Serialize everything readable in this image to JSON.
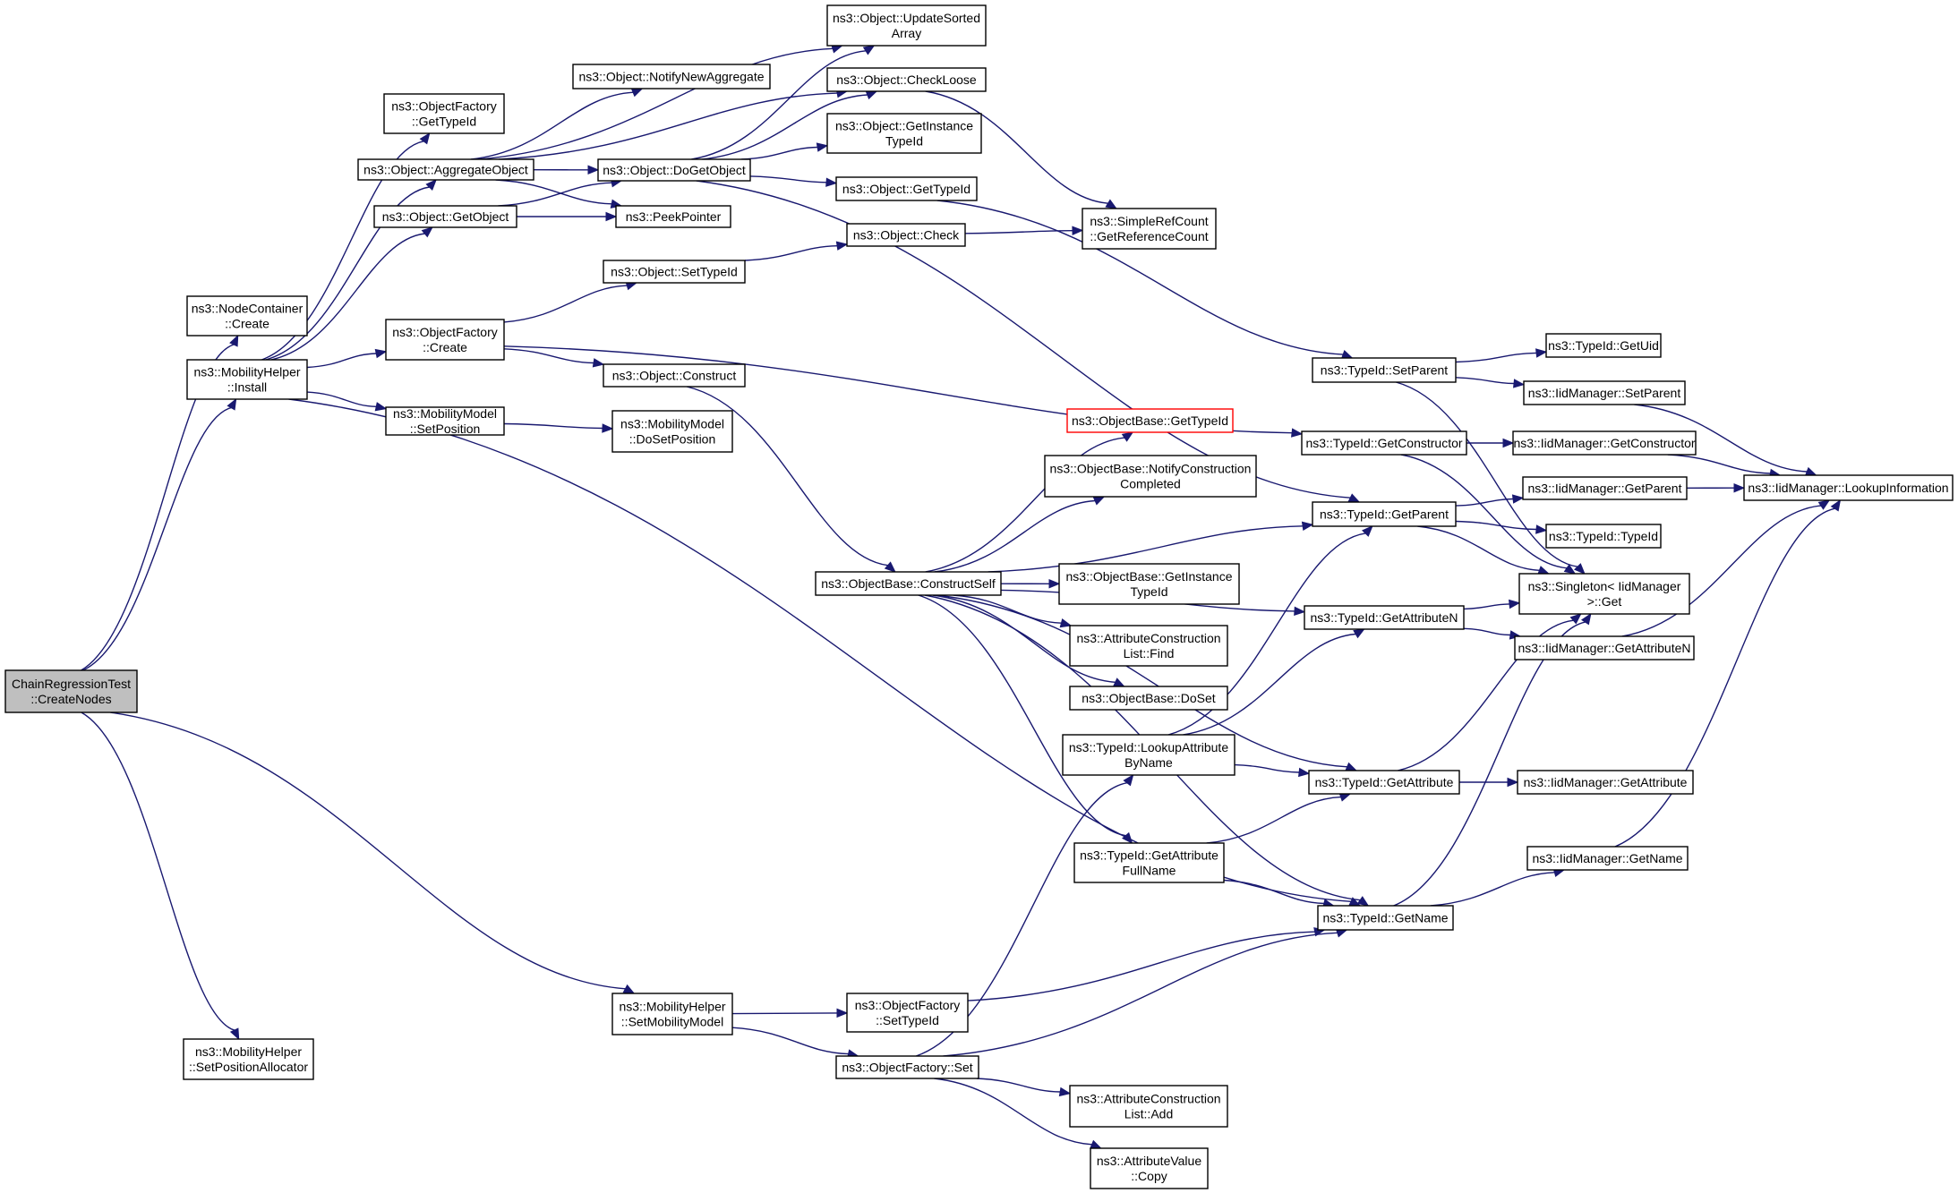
{
  "graph": {
    "type": "call-graph",
    "colors": {
      "edge": "#191970",
      "node_border": "#000000",
      "root_fill": "#bfbfbf",
      "incomplete_border": "#ff0000"
    },
    "nodes": [
      {
        "id": "root",
        "lines": [
          "ChainRegressionTest",
          "::CreateNodes"
        ],
        "root": true
      },
      {
        "id": "nc_create",
        "lines": [
          "ns3::NodeContainer",
          "::Create"
        ]
      },
      {
        "id": "mh_install",
        "lines": [
          "ns3::MobilityHelper",
          "::Install"
        ]
      },
      {
        "id": "mh_setmm",
        "lines": [
          "ns3::MobilityHelper",
          "::SetMobilityModel"
        ]
      },
      {
        "id": "mh_setpa",
        "lines": [
          "ns3::MobilityHelper",
          "::SetPositionAllocator"
        ]
      },
      {
        "id": "of_gettypeid",
        "lines": [
          "ns3::ObjectFactory",
          "::GetTypeId"
        ]
      },
      {
        "id": "o_aggregate",
        "lines": [
          "ns3::Object::AggregateObject"
        ]
      },
      {
        "id": "o_getobject",
        "lines": [
          "ns3::Object::GetObject"
        ]
      },
      {
        "id": "of_create",
        "lines": [
          "ns3::ObjectFactory",
          "::Create"
        ]
      },
      {
        "id": "mm_setpos",
        "lines": [
          "ns3::MobilityModel",
          "::SetPosition"
        ]
      },
      {
        "id": "o_updsorted",
        "lines": [
          "ns3::Object::UpdateSorted",
          "Array"
        ]
      },
      {
        "id": "o_notify",
        "lines": [
          "ns3::Object::NotifyNewAggregate"
        ]
      },
      {
        "id": "o_dogetobject",
        "lines": [
          "ns3::Object::DoGetObject"
        ]
      },
      {
        "id": "peekpointer",
        "lines": [
          "ns3::PeekPointer"
        ]
      },
      {
        "id": "o_settypeid",
        "lines": [
          "ns3::Object::SetTypeId"
        ]
      },
      {
        "id": "o_construct",
        "lines": [
          "ns3::Object::Construct"
        ]
      },
      {
        "id": "mm_dosetpos",
        "lines": [
          "ns3::MobilityModel",
          "::DoSetPosition"
        ]
      },
      {
        "id": "o_checkloose",
        "lines": [
          "ns3::Object::CheckLoose"
        ]
      },
      {
        "id": "o_getinst",
        "lines": [
          "ns3::Object::GetInstance",
          "TypeId"
        ]
      },
      {
        "id": "o_gettypeid",
        "lines": [
          "ns3::Object::GetTypeId"
        ]
      },
      {
        "id": "o_check",
        "lines": [
          "ns3::Object::Check"
        ]
      },
      {
        "id": "src_getref",
        "lines": [
          "ns3::SimpleRefCount",
          "::GetReferenceCount"
        ]
      },
      {
        "id": "ob_gettypeid",
        "lines": [
          "ns3::ObjectBase::GetTypeId"
        ],
        "incomplete": true
      },
      {
        "id": "ob_notifycc",
        "lines": [
          "ns3::ObjectBase::NotifyConstruction",
          "Completed"
        ]
      },
      {
        "id": "ob_constructself",
        "lines": [
          "ns3::ObjectBase::ConstructSelf"
        ]
      },
      {
        "id": "ob_getinst",
        "lines": [
          "ns3::ObjectBase::GetInstance",
          "TypeId"
        ]
      },
      {
        "id": "acl_find",
        "lines": [
          "ns3::AttributeConstruction",
          "List::Find"
        ]
      },
      {
        "id": "ob_doset",
        "lines": [
          "ns3::ObjectBase::DoSet"
        ]
      },
      {
        "id": "tid_lookup",
        "lines": [
          "ns3::TypeId::LookupAttribute",
          "ByName"
        ]
      },
      {
        "id": "tid_getattrfull",
        "lines": [
          "ns3::TypeId::GetAttribute",
          "FullName"
        ]
      },
      {
        "id": "of_settypeid",
        "lines": [
          "ns3::ObjectFactory",
          "::SetTypeId"
        ]
      },
      {
        "id": "of_set",
        "lines": [
          "ns3::ObjectFactory::Set"
        ]
      },
      {
        "id": "acl_add",
        "lines": [
          "ns3::AttributeConstruction",
          "List::Add"
        ]
      },
      {
        "id": "av_copy",
        "lines": [
          "ns3::AttributeValue",
          "::Copy"
        ]
      },
      {
        "id": "tid_setparent",
        "lines": [
          "ns3::TypeId::SetParent"
        ]
      },
      {
        "id": "tid_getctor",
        "lines": [
          "ns3::TypeId::GetConstructor"
        ]
      },
      {
        "id": "tid_getparent",
        "lines": [
          "ns3::TypeId::GetParent"
        ]
      },
      {
        "id": "tid_getattrn",
        "lines": [
          "ns3::TypeId::GetAttributeN"
        ]
      },
      {
        "id": "tid_getattr",
        "lines": [
          "ns3::TypeId::GetAttribute"
        ]
      },
      {
        "id": "tid_getname",
        "lines": [
          "ns3::TypeId::GetName"
        ]
      },
      {
        "id": "tid_getuid",
        "lines": [
          "ns3::TypeId::GetUid"
        ]
      },
      {
        "id": "iid_setparent",
        "lines": [
          "ns3::IidManager::SetParent"
        ]
      },
      {
        "id": "iid_getctor",
        "lines": [
          "ns3::IidManager::GetConstructor"
        ]
      },
      {
        "id": "iid_getparent",
        "lines": [
          "ns3::IidManager::GetParent"
        ]
      },
      {
        "id": "tid_typeid",
        "lines": [
          "ns3::TypeId::TypeId"
        ]
      },
      {
        "id": "singleton_get",
        "lines": [
          "ns3::Singleton< IidManager",
          ">::Get"
        ]
      },
      {
        "id": "iid_getattrn",
        "lines": [
          "ns3::IidManager::GetAttributeN"
        ]
      },
      {
        "id": "iid_getattr",
        "lines": [
          "ns3::IidManager::GetAttribute"
        ]
      },
      {
        "id": "iid_getname",
        "lines": [
          "ns3::IidManager::GetName"
        ]
      },
      {
        "id": "iid_lookup",
        "lines": [
          "ns3::IidManager::LookupInformation"
        ]
      }
    ],
    "edges": [
      [
        "root",
        "nc_create"
      ],
      [
        "root",
        "mh_install"
      ],
      [
        "root",
        "mh_setmm"
      ],
      [
        "root",
        "mh_setpa"
      ],
      [
        "mh_install",
        "of_gettypeid"
      ],
      [
        "mh_install",
        "o_aggregate"
      ],
      [
        "mh_install",
        "o_getobject"
      ],
      [
        "mh_install",
        "of_create"
      ],
      [
        "mh_install",
        "mm_setpos"
      ],
      [
        "mh_install",
        "tid_getname"
      ],
      [
        "o_aggregate",
        "o_updsorted"
      ],
      [
        "o_aggregate",
        "o_notify"
      ],
      [
        "o_aggregate",
        "o_dogetobject"
      ],
      [
        "o_aggregate",
        "peekpointer"
      ],
      [
        "o_aggregate",
        "o_checkloose"
      ],
      [
        "o_getobject",
        "o_dogetobject"
      ],
      [
        "o_getobject",
        "peekpointer"
      ],
      [
        "o_dogetobject",
        "o_updsorted"
      ],
      [
        "o_dogetobject",
        "o_checkloose"
      ],
      [
        "o_dogetobject",
        "o_getinst"
      ],
      [
        "o_dogetobject",
        "o_gettypeid"
      ],
      [
        "o_dogetobject",
        "tid_getparent"
      ],
      [
        "o_checkloose",
        "src_getref"
      ],
      [
        "o_check",
        "src_getref"
      ],
      [
        "o_gettypeid",
        "tid_setparent"
      ],
      [
        "of_create",
        "o_settypeid"
      ],
      [
        "of_create",
        "o_construct"
      ],
      [
        "of_create",
        "tid_getctor"
      ],
      [
        "o_settypeid",
        "o_check"
      ],
      [
        "mm_setpos",
        "mm_dosetpos"
      ],
      [
        "o_construct",
        "ob_constructself"
      ],
      [
        "ob_constructself",
        "ob_gettypeid"
      ],
      [
        "ob_constructself",
        "ob_notifycc"
      ],
      [
        "ob_constructself",
        "ob_getinst"
      ],
      [
        "ob_constructself",
        "acl_find"
      ],
      [
        "ob_constructself",
        "ob_doset"
      ],
      [
        "ob_constructself",
        "tid_getattrfull"
      ],
      [
        "ob_constructself",
        "tid_getparent"
      ],
      [
        "ob_constructself",
        "tid_getattrn"
      ],
      [
        "ob_constructself",
        "tid_getattr"
      ],
      [
        "ob_constructself",
        "tid_getname"
      ],
      [
        "tid_lookup",
        "tid_getparent"
      ],
      [
        "tid_lookup",
        "tid_getattrn"
      ],
      [
        "tid_lookup",
        "tid_getattr"
      ],
      [
        "tid_getattrfull",
        "tid_getattr"
      ],
      [
        "tid_getattrfull",
        "tid_getname"
      ],
      [
        "mh_setmm",
        "of_settypeid"
      ],
      [
        "mh_setmm",
        "of_set"
      ],
      [
        "of_settypeid",
        "tid_getname"
      ],
      [
        "of_set",
        "tid_lookup"
      ],
      [
        "of_set",
        "acl_add"
      ],
      [
        "of_set",
        "av_copy"
      ],
      [
        "of_set",
        "tid_getname"
      ],
      [
        "tid_setparent",
        "tid_getuid"
      ],
      [
        "tid_setparent",
        "iid_setparent"
      ],
      [
        "tid_setparent",
        "singleton_get"
      ],
      [
        "tid_getctor",
        "iid_getctor"
      ],
      [
        "tid_getctor",
        "singleton_get"
      ],
      [
        "tid_getparent",
        "iid_getparent"
      ],
      [
        "tid_getparent",
        "tid_typeid"
      ],
      [
        "tid_getparent",
        "singleton_get"
      ],
      [
        "tid_getattrn",
        "singleton_get"
      ],
      [
        "tid_getattrn",
        "iid_getattrn"
      ],
      [
        "tid_getattr",
        "singleton_get"
      ],
      [
        "tid_getattr",
        "iid_getattr"
      ],
      [
        "tid_getname",
        "singleton_get"
      ],
      [
        "tid_getname",
        "iid_getname"
      ],
      [
        "iid_setparent",
        "iid_lookup"
      ],
      [
        "iid_getctor",
        "iid_lookup"
      ],
      [
        "iid_getparent",
        "iid_lookup"
      ],
      [
        "iid_getattrn",
        "iid_lookup"
      ],
      [
        "iid_getname",
        "iid_lookup"
      ]
    ]
  }
}
